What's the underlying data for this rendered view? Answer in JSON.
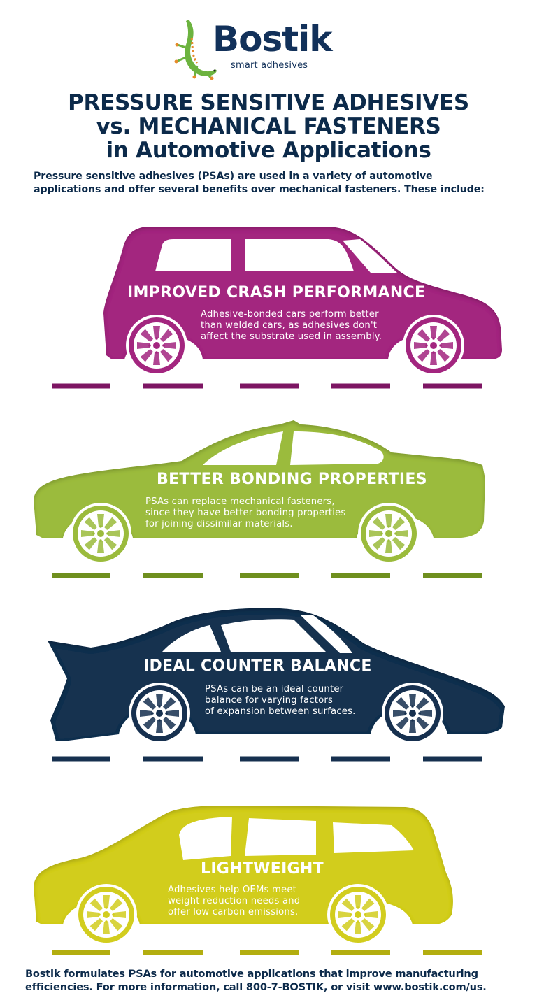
{
  "logo": {
    "brand": "Bostik",
    "tagline": "smart adhesives",
    "mascot": "gecko-icon",
    "brand_color": "#12315a",
    "mascot_color": "#6cb33f"
  },
  "header": {
    "title_lines": [
      "PRESSURE SENSITIVE ADHESIVES",
      "vs. MECHANICAL FASTENERS",
      "in Automotive Applications"
    ],
    "intro_lines": [
      "Pressure sensitive adhesives (PSAs) are used in a variety of automotive",
      "applications and offer several benefits over mechanical fasteners. These include:"
    ]
  },
  "benefits": [
    {
      "title": "IMPROVED CRASH PERFORMANCE",
      "desc_lines": [
        "Adhesive-bonded cars perform better",
        "than welded cars, as adhesives don't",
        "affect the substrate used in assembly."
      ],
      "car_type": "hatchback",
      "color": "#a3257f",
      "shade": "#6e1456"
    },
    {
      "title": "BETTER BONDING PROPERTIES",
      "desc_lines": [
        "PSAs can replace mechanical fasteners,",
        "since they have better bonding properties",
        "for joining dissimilar materials."
      ],
      "car_type": "sedan",
      "color": "#9bbb3c",
      "shade": "#5f7a1a"
    },
    {
      "title": "IDEAL COUNTER BALANCE",
      "desc_lines": [
        "PSAs can be an ideal counter",
        "balance for varying factors",
        "of expansion between surfaces."
      ],
      "car_type": "sports-coupe",
      "color": "#16304f",
      "shade": "#081a2e"
    },
    {
      "title": "LIGHTWEIGHT",
      "desc_lines": [
        "Adhesives help OEMs meet",
        "weight reduction needs and",
        "offer low carbon emissions."
      ],
      "car_type": "minivan",
      "color": "#d2cd1e",
      "shade": "#8c880a"
    }
  ],
  "footer": {
    "lines": [
      "Bostik formulates PSAs for automotive applications that improve manufacturing",
      "efficiencies. For more information, call 800-7-BOSTIK, or visit www.bostik.com/us."
    ],
    "phone": "800-7-BOSTIK",
    "website": "www.bostik.com/us"
  }
}
